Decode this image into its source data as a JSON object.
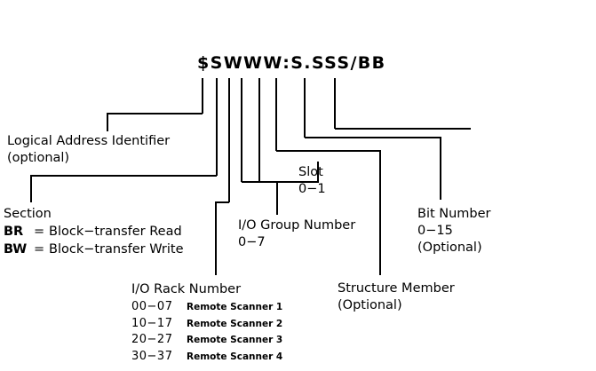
{
  "diagram": {
    "address_format": "$SWWW:S.SSS/BB",
    "line_color": "#000000",
    "background": "#ffffff"
  },
  "callouts": {
    "logical_address": {
      "title": "Logical Address Identifier",
      "note": "(optional)"
    },
    "section": {
      "title": "Section",
      "rows": [
        {
          "code": "BR",
          "eq": "=",
          "desc": "Block−transfer Read"
        },
        {
          "code": "BW",
          "eq": "=",
          "desc": "Block−transfer Write"
        }
      ]
    },
    "io_rack": {
      "title": "I/O Rack Number",
      "rows": [
        {
          "range": "00−07",
          "desc": "Remote Scanner 1"
        },
        {
          "range": "10−17",
          "desc": "Remote Scanner 2"
        },
        {
          "range": "20−27",
          "desc": "Remote Scanner 3"
        },
        {
          "range": "30−37",
          "desc": "Remote Scanner 4"
        }
      ]
    },
    "io_group": {
      "title": "I/O Group Number",
      "range": "0−7"
    },
    "slot": {
      "title": "Slot",
      "range": "0−1"
    },
    "structure_member": {
      "title": "Structure Member",
      "note": "(Optional)"
    },
    "bit_number": {
      "title": "Bit Number",
      "range": "0−15",
      "note": "(Optional)"
    }
  }
}
